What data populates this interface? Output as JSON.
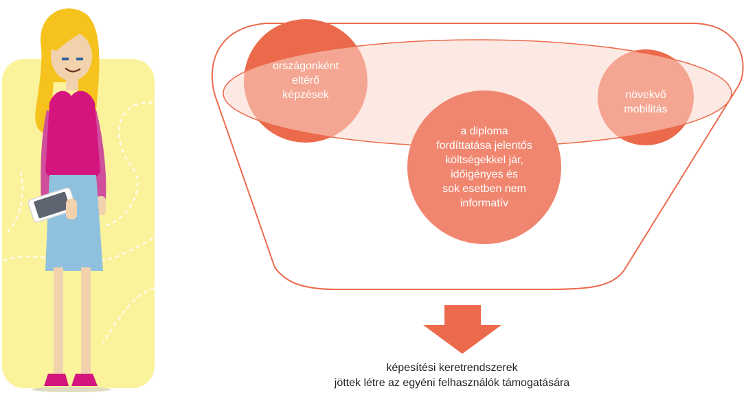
{
  "colors": {
    "circle": "#ec6a4c",
    "circle_light": "#f08670",
    "funnel_stroke": "#ec6a4c",
    "ellipse_fill": "#fbd7cc",
    "arrow": "#ec6a4c",
    "panel": "#fbf39c",
    "hair": "#f6c21d",
    "top": "#d4157e",
    "skirt": "#8fc1de",
    "skin": "#f2d2ac",
    "shoes": "#d4157e"
  },
  "circles": [
    {
      "id": "left",
      "lines": [
        "országonként",
        "eltérő",
        "képzések"
      ]
    },
    {
      "id": "center",
      "lines": [
        "a diploma",
        "fordíttatása jelentős",
        "költségekkel jár,",
        "időigényes és",
        "sok esetben nem",
        "informatív"
      ]
    },
    {
      "id": "right",
      "lines": [
        "növekvő",
        "mobilitás"
      ]
    }
  ],
  "caption": {
    "line1": "képesítési keretrendszerek",
    "line2": "jöttek létre az egyéni felhasználók támogatására"
  }
}
